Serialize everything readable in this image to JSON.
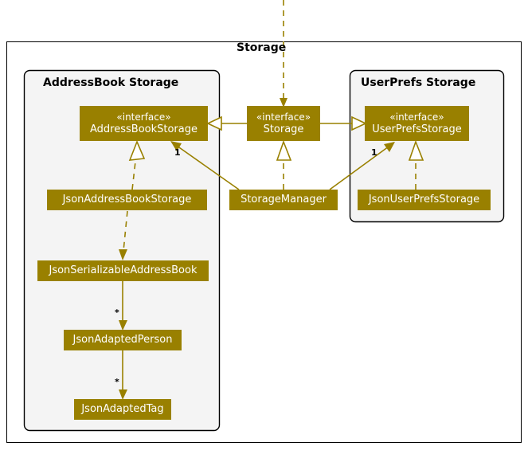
{
  "diagram": {
    "type": "uml-class-diagram",
    "outer_frame": {
      "label": "Storage"
    },
    "packages": [
      {
        "id": "addressbook-storage",
        "label": "AddressBook Storage"
      },
      {
        "id": "userprefs-storage",
        "label": "UserPrefs Storage"
      }
    ],
    "nodes": [
      {
        "id": "address-book-storage",
        "stereotype": "«interface»",
        "name": "AddressBookStorage"
      },
      {
        "id": "storage",
        "stereotype": "«interface»",
        "name": "Storage"
      },
      {
        "id": "user-prefs-storage",
        "stereotype": "«interface»",
        "name": "UserPrefsStorage"
      },
      {
        "id": "json-address-book-storage",
        "stereotype": "",
        "name": "JsonAddressBookStorage"
      },
      {
        "id": "storage-manager",
        "stereotype": "",
        "name": "StorageManager"
      },
      {
        "id": "json-user-prefs-storage",
        "stereotype": "",
        "name": "JsonUserPrefsStorage"
      },
      {
        "id": "json-serializable-address-book",
        "stereotype": "",
        "name": "JsonSerializableAddressBook"
      },
      {
        "id": "json-adapted-person",
        "stereotype": "",
        "name": "JsonAdaptedPerson"
      },
      {
        "id": "json-adapted-tag",
        "stereotype": "",
        "name": "JsonAdaptedTag"
      }
    ],
    "multiplicities": [
      {
        "id": "mult-addressbook",
        "label": "1"
      },
      {
        "id": "mult-userprefs",
        "label": "1"
      },
      {
        "id": "mult-person",
        "label": "*"
      },
      {
        "id": "mult-tag",
        "label": "*"
      }
    ],
    "relationships": [
      {
        "from": "storage",
        "to": "address-book-storage",
        "kind": "generalization"
      },
      {
        "from": "storage",
        "to": "user-prefs-storage",
        "kind": "generalization"
      },
      {
        "from": "json-address-book-storage",
        "to": "address-book-storage",
        "kind": "realization"
      },
      {
        "from": "json-user-prefs-storage",
        "to": "user-prefs-storage",
        "kind": "realization"
      },
      {
        "from": "storage-manager",
        "to": "storage",
        "kind": "realization"
      },
      {
        "from": "storage-manager",
        "to": "address-book-storage",
        "kind": "association",
        "multiplicity": "1"
      },
      {
        "from": "storage-manager",
        "to": "user-prefs-storage",
        "kind": "association",
        "multiplicity": "1"
      },
      {
        "from": "external",
        "to": "storage",
        "kind": "dependency"
      },
      {
        "from": "json-address-book-storage",
        "to": "json-serializable-address-book",
        "kind": "dependency"
      },
      {
        "from": "json-serializable-address-book",
        "to": "json-adapted-person",
        "kind": "association",
        "multiplicity": "*"
      },
      {
        "from": "json-adapted-person",
        "to": "json-adapted-tag",
        "kind": "association",
        "multiplicity": "*"
      }
    ],
    "colors": {
      "node_fill": "#998000",
      "node_text": "#FFFFFF",
      "line": "#998000",
      "frame_border": "#000000",
      "package_fill": "#F4F4F4",
      "background": "#FFFFFF",
      "label_text": "#000000"
    }
  }
}
